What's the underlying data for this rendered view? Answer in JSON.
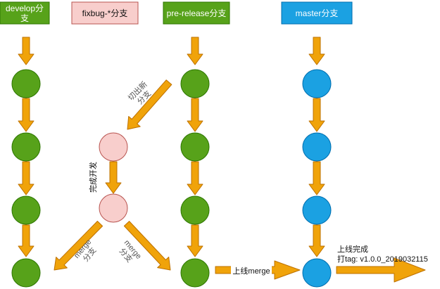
{
  "branches": {
    "develop": {
      "line1": "develop分",
      "line2": "支"
    },
    "fixbug": {
      "label": "fixbug-*分支"
    },
    "prerelease": {
      "label": "pre-release分支"
    },
    "master": {
      "label": "master分支"
    }
  },
  "labels": {
    "cut_new_branch_line1": "切出新",
    "cut_new_branch_line2": "分支",
    "finish_dev": "完成开发",
    "merge_left_line1": "merge",
    "merge_left_line2": "分支",
    "merge_right_line1": "merge",
    "merge_right_line2": "分支",
    "online_merge": "上线merge",
    "online_done_line1": "上线完成",
    "online_done_line2": "打tag: v1.0.0_2019032115"
  },
  "colors": {
    "develop": "#57a21a",
    "fixbug": "#f8cecc",
    "prerelease": "#57a21a",
    "master": "#1ba1e2",
    "arrow": "#f0a30a"
  }
}
